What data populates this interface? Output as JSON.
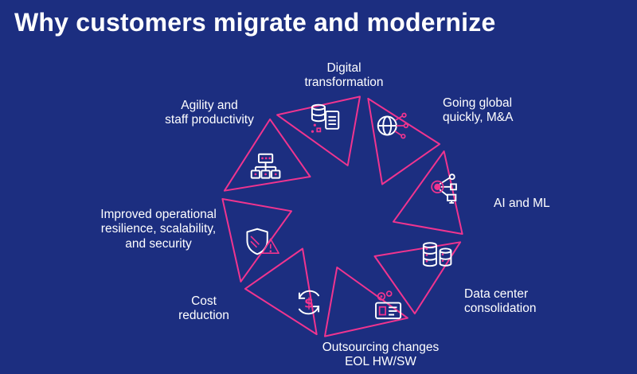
{
  "slide": {
    "title": "Why customers migrate and modernize"
  },
  "colors": {
    "background": "#1c2e80",
    "accent_pink": "#f0348f",
    "text": "#ffffff"
  },
  "pinwheel": {
    "items": [
      {
        "label": "Digital\ntransformation",
        "icon": "documents-database-icon"
      },
      {
        "label": "Going global\nquickly, M&A",
        "icon": "globe-network-icon"
      },
      {
        "label": "AI and ML",
        "icon": "ai-ml-nodes-icon"
      },
      {
        "label": "Data center\nconsolidation",
        "icon": "database-stack-icon"
      },
      {
        "label": "Outsourcing changes\nEOL HW/SW",
        "icon": "machine-gears-icon"
      },
      {
        "label": "Cost\nreduction",
        "icon": "dollar-refresh-icon"
      },
      {
        "label": "Improved operational\nresilience, scalability,\nand security",
        "icon": "shield-alert-icon"
      },
      {
        "label": "Agility and\nstaff productivity",
        "icon": "org-chart-icon"
      }
    ]
  }
}
